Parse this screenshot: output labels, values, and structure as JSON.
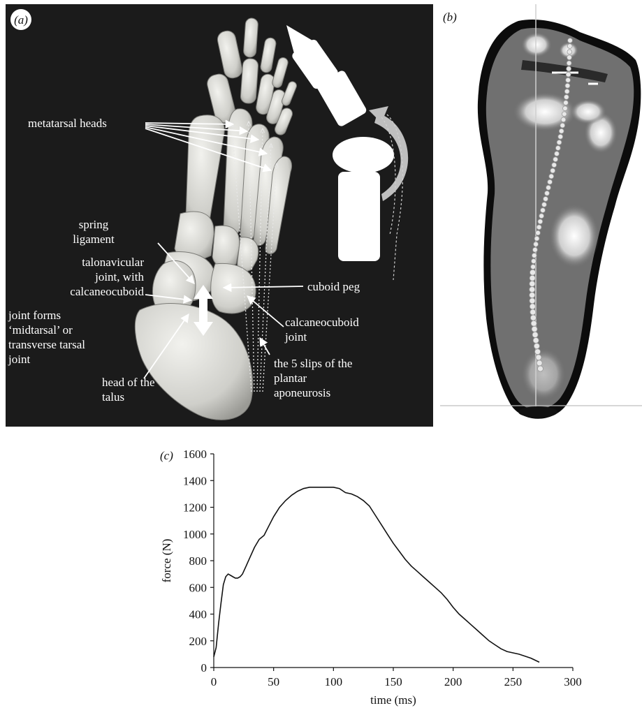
{
  "figure": {
    "panel_a": {
      "label": "(a)",
      "annotations": {
        "metatarsal_heads": "metatarsal heads",
        "spring_ligament_1": "spring",
        "spring_ligament_2": "ligament",
        "talonavicular_1": "talonavicular",
        "talonavicular_2": "joint, with",
        "talonavicular_3": "calcaneocuboid",
        "midtarsal_1": "joint forms",
        "midtarsal_2": "‘midtarsal’ or",
        "midtarsal_3": "transverse tarsal",
        "midtarsal_4": "joint",
        "head_talus_1": "head of the",
        "head_talus_2": "talus",
        "cuboid_peg": "cuboid peg",
        "calcaneocuboid_1": "calcaneocuboid",
        "calcaneocuboid_2": "joint",
        "plantar_1": "the 5 slips of the",
        "plantar_2": "plantar",
        "plantar_3": "aponeurosis"
      },
      "colors": {
        "background": "#1b1b1b",
        "bone": "#d9d9d4",
        "label": "#ffffff"
      }
    },
    "panel_b": {
      "label": "(b)",
      "colors": {
        "outline": "#0a0a0a",
        "sole": "#6e6e6e",
        "pressure_high": "#f2f2f2"
      }
    },
    "panel_c": {
      "label": "(c)",
      "chart_data": {
        "type": "line",
        "xlabel": "time (ms)",
        "ylabel": "force (N)",
        "xlim": [
          0,
          300
        ],
        "ylim": [
          0,
          1600
        ],
        "xticks": [
          0,
          50,
          100,
          150,
          200,
          250,
          300
        ],
        "yticks": [
          0,
          200,
          400,
          600,
          800,
          1000,
          1200,
          1400,
          1600
        ],
        "grid": false,
        "series": [
          {
            "x": [
              0,
              2,
              4,
              6,
              8,
              10,
              12,
              14,
              16,
              18,
              20,
              22,
              24,
              27,
              30,
              34,
              38,
              42,
              46,
              50,
              55,
              60,
              65,
              70,
              75,
              80,
              85,
              90,
              95,
              100,
              105,
              110,
              115,
              120,
              125,
              130,
              135,
              140,
              145,
              150,
              155,
              160,
              165,
              170,
              175,
              180,
              185,
              190,
              195,
              200,
              205,
              210,
              215,
              220,
              225,
              230,
              235,
              240,
              245,
              250,
              255,
              260,
              265,
              272
            ],
            "y": [
              80,
              150,
              330,
              480,
              620,
              680,
              700,
              690,
              680,
              670,
              670,
              680,
              700,
              760,
              820,
              900,
              960,
              990,
              1060,
              1130,
              1200,
              1250,
              1290,
              1320,
              1340,
              1350,
              1350,
              1350,
              1350,
              1350,
              1340,
              1310,
              1300,
              1280,
              1250,
              1210,
              1140,
              1070,
              1000,
              930,
              870,
              810,
              760,
              720,
              680,
              640,
              600,
              560,
              510,
              450,
              400,
              360,
              320,
              280,
              240,
              200,
              170,
              140,
              120,
              110,
              100,
              85,
              70,
              40
            ]
          }
        ],
        "colors": {
          "line": "#111111"
        }
      }
    }
  }
}
